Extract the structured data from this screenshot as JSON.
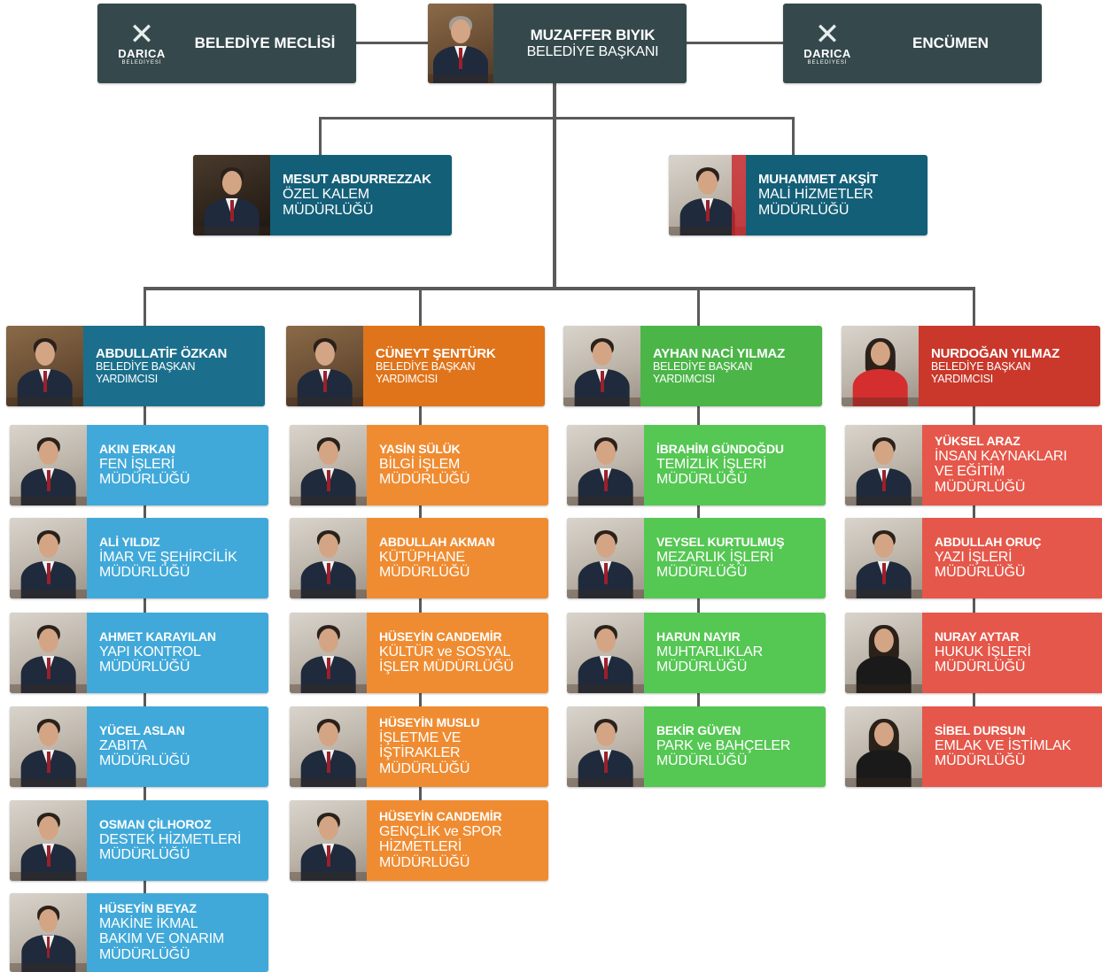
{
  "colors": {
    "top": "#35494c",
    "teal": "#145f78",
    "blue_dark": "#1b6f8c",
    "orange_dark": "#e0741b",
    "green_dark": "#4bb548",
    "red_dark": "#c9382b",
    "blue": "#41a9d9",
    "orange": "#ef8c32",
    "green": "#55c753",
    "red": "#e5574a",
    "line": "#5a5a5a"
  },
  "top": {
    "left": {
      "logo": "DARICA",
      "logo_sub": "BELEDİYESİ",
      "label": "BELEDİYE MECLİSİ"
    },
    "mayor": {
      "name": "MUZAFFER BIYIK",
      "title": "BELEDİYE BAŞKANI"
    },
    "right": {
      "logo": "DARICA",
      "logo_sub": "BELEDİYESİ",
      "label": "ENCÜMEN"
    }
  },
  "second": [
    {
      "name": "MESUT ABDURREZZAK",
      "title": [
        "ÖZEL KALEM",
        "MÜDÜRLÜĞÜ"
      ]
    },
    {
      "name": "MUHAMMET AKŞİT",
      "title": [
        "MALİ HİZMETLER",
        "MÜDÜRLÜĞÜ"
      ]
    }
  ],
  "deputies": [
    {
      "name": "ABDULLATİF ÖZKAN",
      "title": "BELEDİYE BAŞKAN YARDIMCISI"
    },
    {
      "name": "CÜNEYT ŞENTÜRK",
      "title": "BELEDİYE BAŞKAN YARDIMCISI"
    },
    {
      "name": "AYHAN NACİ YILMAZ",
      "title": "BELEDİYE BAŞKAN YARDIMCISI"
    },
    {
      "name": "NURDOĞAN YILMAZ",
      "title": "BELEDİYE BAŞKAN YARDIMCISI"
    }
  ],
  "columns": [
    [
      {
        "name": "AKIN ERKAN",
        "title": [
          "FEN İŞLERİ",
          "MÜDÜRLÜĞÜ"
        ]
      },
      {
        "name": "ALİ YILDIZ",
        "title": [
          "İMAR VE ŞEHİRCİLİK",
          "MÜDÜRLÜĞÜ"
        ]
      },
      {
        "name": "AHMET KARAYILAN",
        "title": [
          "YAPI KONTROL",
          "MÜDÜRLÜĞÜ"
        ]
      },
      {
        "name": "YÜCEL ASLAN",
        "title": [
          "ZABITA",
          "MÜDÜRLÜĞÜ"
        ]
      },
      {
        "name": "OSMAN ÇİLHOROZ",
        "title": [
          "DESTEK HİZMETLERİ",
          "MÜDÜRLÜĞÜ"
        ]
      },
      {
        "name": "HÜSEYİN BEYAZ",
        "title": [
          "MAKİNE İKMAL",
          "BAKIM VE ONARIM",
          "MÜDÜRLÜĞÜ"
        ]
      }
    ],
    [
      {
        "name": "YASİN SÜLÜK",
        "title": [
          "BİLGİ İŞLEM",
          "MÜDÜRLÜĞÜ"
        ]
      },
      {
        "name": "ABDULLAH AKMAN",
        "title": [
          "KÜTÜPHANE",
          "MÜDÜRLÜĞÜ"
        ]
      },
      {
        "name": "HÜSEYİN CANDEMİR",
        "title": [
          "KÜLTÜR ve SOSYAL",
          "İŞLER MÜDÜRLÜĞÜ"
        ]
      },
      {
        "name": "HÜSEYİN MUSLU",
        "title": [
          "İŞLETME VE İŞTİRAKLER",
          "MÜDÜRLÜĞÜ"
        ]
      },
      {
        "name": "HÜSEYİN CANDEMİR",
        "title": [
          "GENÇLİK ve SPOR",
          "HİZMETLERİ MÜDÜRLÜĞÜ"
        ]
      }
    ],
    [
      {
        "name": "İBRAHİM GÜNDOĞDU",
        "title": [
          "TEMİZLİK İŞLERİ",
          "MÜDÜRLÜĞÜ"
        ]
      },
      {
        "name": "VEYSEL KURTULMUŞ",
        "title": [
          "MEZARLIK İŞLERİ",
          "MÜDÜRLÜĞÜ"
        ]
      },
      {
        "name": "HARUN NAYIR",
        "title": [
          "MUHTARLIKLAR",
          "MÜDÜRLÜĞÜ"
        ]
      },
      {
        "name": "BEKİR GÜVEN",
        "title": [
          "PARK ve BAHÇELER",
          "MÜDÜRLÜĞÜ"
        ]
      }
    ],
    [
      {
        "name": "YÜKSEL ARAZ",
        "title": [
          "İNSAN KAYNAKLARI",
          "VE EĞİTİM MÜDÜRLÜĞÜ"
        ]
      },
      {
        "name": "ABDULLAH ORUÇ",
        "title": [
          "YAZI İŞLERİ",
          "MÜDÜRLÜĞÜ"
        ]
      },
      {
        "name": "NURAY AYTAR",
        "title": [
          "HUKUK İŞLERİ",
          "MÜDÜRLÜĞÜ"
        ]
      },
      {
        "name": "SİBEL DURSUN",
        "title": [
          "EMLAK VE İSTİMLAK",
          "MÜDÜRLÜĞÜ"
        ]
      }
    ]
  ]
}
